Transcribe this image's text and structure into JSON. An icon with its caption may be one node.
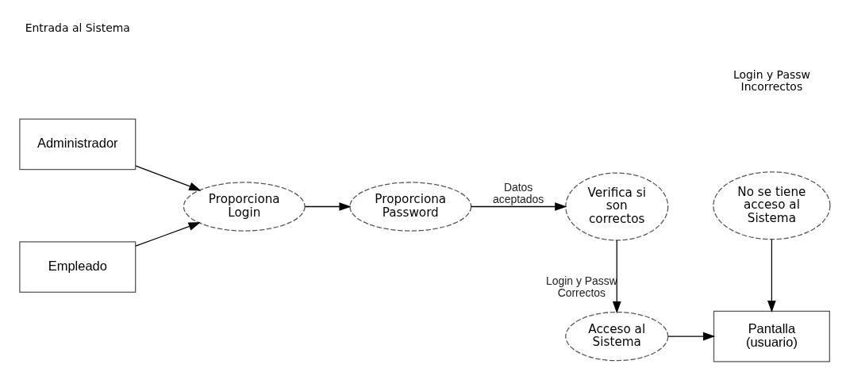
{
  "diagram": {
    "nodes": [
      {
        "text": [
          "Administrador"
        ]
      },
      {
        "text": [
          "Empleado"
        ]
      },
      {
        "text": [
          "Proporciona Login"
        ]
      },
      {
        "text": [
          "Proporciona Password"
        ]
      },
      {
        "text": [
          "Verifica si son correctos"
        ]
      },
      {
        "text": [
          "No se tiene acceso al Sistema"
        ]
      },
      {
        "text": [
          "Acceso al Sistema"
        ]
      },
      {
        "text": [
          "Pantalla (usuario)"
        ]
      }
    ],
    "edges": [
      {
        "from": 0,
        "to": 2,
        "arrow": "to"
      },
      {
        "from": 1,
        "to": 2,
        "arrow": "to"
      },
      {
        "from": 2,
        "to": 3,
        "arrow": "to"
      },
      {
        "from": 3,
        "to": 4,
        "arrow": "to",
        "label": "Datos aceptados"
      },
      {
        "from": 4,
        "to": 6,
        "arrow": "to",
        "label": "Login y Passw Correctos"
      },
      {
        "from": 6,
        "to": 7,
        "arrow": "to"
      },
      {
        "from": 5,
        "to": 7,
        "arrow": "to"
      }
    ],
    "labels": [
      "Entrada al Sistema",
      "Login y Passw Incorrectos"
    ]
  }
}
